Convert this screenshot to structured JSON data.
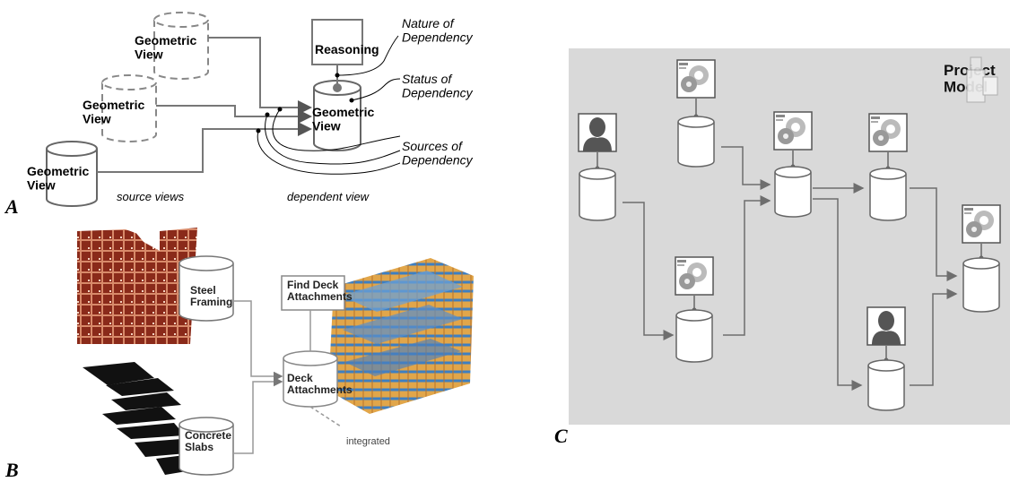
{
  "panel_a": {
    "letter": "A",
    "source_views": [
      "Geometric\nView",
      "Geometric\nView",
      "Geometric\nView"
    ],
    "dependent_view": "Geometric\nView",
    "reasoning": "Reasoning",
    "annotations": {
      "nature": "Nature of\nDependency",
      "status": "Status of\nDependency",
      "sources": "Sources of\nDependency"
    },
    "caption_source": "source views",
    "caption_dependent": "dependent view"
  },
  "panel_b": {
    "letter": "B",
    "steel": "Steel\nFraming",
    "find": "Find Deck\nAttachments",
    "deck": "Deck\nAttachments",
    "concrete": "Concrete\nSlabs",
    "integrated": "integrated"
  },
  "panel_c": {
    "letter": "C",
    "project_model": "Project\nModel",
    "colors": {
      "background": "#d9d9d9",
      "stroke": "#6e6e6e"
    }
  }
}
